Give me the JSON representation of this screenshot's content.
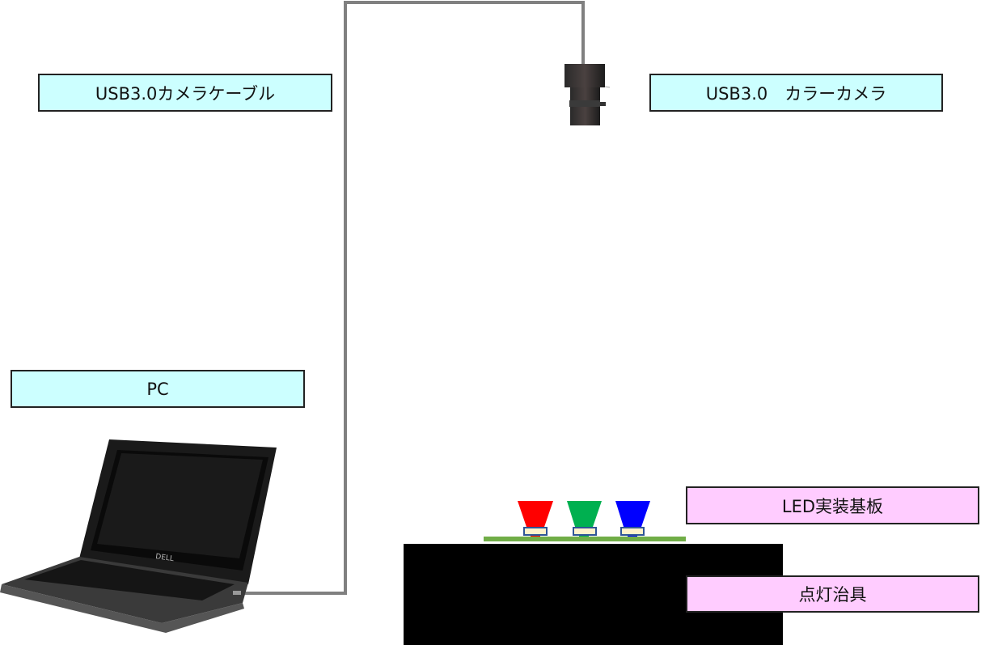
{
  "labels": {
    "cable": "USB3.0カメラケーブル",
    "camera": "USB3.0　カラーカメラ",
    "pc": "PC",
    "led_board": "LED実装基板",
    "fixture": "点灯治具"
  },
  "laptop_brand": "DELL",
  "colors": {
    "label_cyan": "#ccffff",
    "label_pink": "#ffccff",
    "cable": "#808080",
    "board": "#70ad47",
    "led_red": "#ff0000",
    "led_green": "#00b050",
    "led_blue": "#0000ff",
    "led_package": "#fff2cc",
    "led_package_border": "#2f5597"
  }
}
